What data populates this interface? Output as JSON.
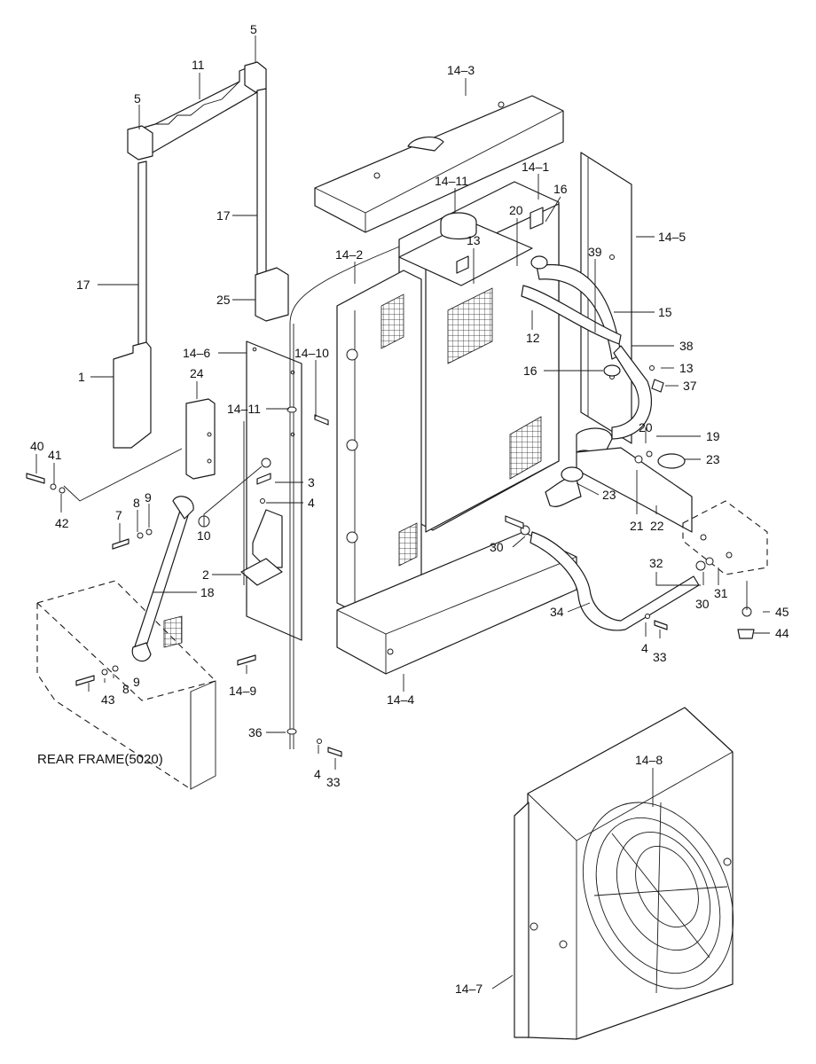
{
  "diagram": {
    "frame_label": "REAR FRAME(5020)",
    "callouts": [
      {
        "id": "c-5-top",
        "text": "5"
      },
      {
        "id": "c-11",
        "text": "11"
      },
      {
        "id": "c-5-left",
        "text": "5"
      },
      {
        "id": "c-17-right",
        "text": "17"
      },
      {
        "id": "c-17-left",
        "text": "17"
      },
      {
        "id": "c-25",
        "text": "25"
      },
      {
        "id": "c-1",
        "text": "1"
      },
      {
        "id": "c-14-6",
        "text": "14–6"
      },
      {
        "id": "c-24",
        "text": "24"
      },
      {
        "id": "c-14-11-left",
        "text": "14–11"
      },
      {
        "id": "c-14-10",
        "text": "14–10"
      },
      {
        "id": "c-40",
        "text": "40"
      },
      {
        "id": "c-41",
        "text": "41"
      },
      {
        "id": "c-42",
        "text": "42"
      },
      {
        "id": "c-3",
        "text": "3"
      },
      {
        "id": "c-4-mid",
        "text": "4"
      },
      {
        "id": "c-7",
        "text": "7"
      },
      {
        "id": "c-8-top",
        "text": "8"
      },
      {
        "id": "c-9-top",
        "text": "9"
      },
      {
        "id": "c-10",
        "text": "10"
      },
      {
        "id": "c-2",
        "text": "2"
      },
      {
        "id": "c-18",
        "text": "18"
      },
      {
        "id": "c-43",
        "text": "43"
      },
      {
        "id": "c-8-bot",
        "text": "8"
      },
      {
        "id": "c-9-bot",
        "text": "9"
      },
      {
        "id": "c-14-9",
        "text": "14–9"
      },
      {
        "id": "c-36",
        "text": "36"
      },
      {
        "id": "c-4-bot",
        "text": "4"
      },
      {
        "id": "c-33-bot",
        "text": "33"
      },
      {
        "id": "c-14-3",
        "text": "14–3"
      },
      {
        "id": "c-14-1",
        "text": "14–1"
      },
      {
        "id": "c-14-11-top",
        "text": "14–11"
      },
      {
        "id": "c-16-top",
        "text": "16"
      },
      {
        "id": "c-20-top",
        "text": "20"
      },
      {
        "id": "c-14-2",
        "text": "14–2"
      },
      {
        "id": "c-13-top",
        "text": "13"
      },
      {
        "id": "c-39",
        "text": "39"
      },
      {
        "id": "c-14-5",
        "text": "14–5"
      },
      {
        "id": "c-15",
        "text": "15"
      },
      {
        "id": "c-12",
        "text": "12"
      },
      {
        "id": "c-38",
        "text": "38"
      },
      {
        "id": "c-16-mid",
        "text": "16"
      },
      {
        "id": "c-13-right",
        "text": "13"
      },
      {
        "id": "c-37",
        "text": "37"
      },
      {
        "id": "c-20-right",
        "text": "20"
      },
      {
        "id": "c-19",
        "text": "19"
      },
      {
        "id": "c-23-right",
        "text": "23"
      },
      {
        "id": "c-23-mid",
        "text": "23"
      },
      {
        "id": "c-21",
        "text": "21"
      },
      {
        "id": "c-22",
        "text": "22"
      },
      {
        "id": "c-30-left",
        "text": "30"
      },
      {
        "id": "c-32",
        "text": "32"
      },
      {
        "id": "c-30-right",
        "text": "30"
      },
      {
        "id": "c-31",
        "text": "31"
      },
      {
        "id": "c-45",
        "text": "45"
      },
      {
        "id": "c-44",
        "text": "44"
      },
      {
        "id": "c-34",
        "text": "34"
      },
      {
        "id": "c-4-right",
        "text": "4"
      },
      {
        "id": "c-33-right",
        "text": "33"
      },
      {
        "id": "c-14-4",
        "text": "14–4"
      },
      {
        "id": "c-14-8",
        "text": "14–8"
      },
      {
        "id": "c-14-7",
        "text": "14–7"
      }
    ]
  }
}
